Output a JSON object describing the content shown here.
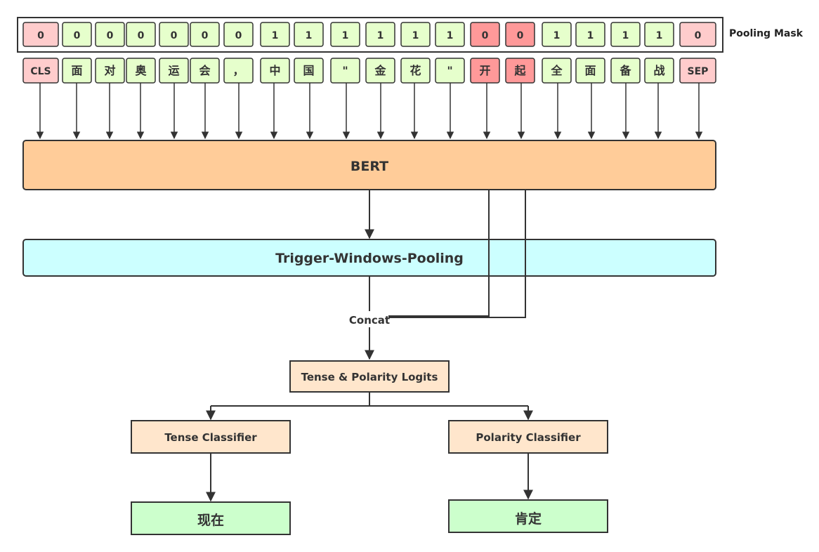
{
  "diagram": {
    "pooling_mask_label": "Pooling Mask",
    "mask_values": [
      "0",
      "0",
      "0",
      "0",
      "0",
      "0",
      "0",
      "1",
      "1",
      "1",
      "1",
      "1",
      "1",
      "0",
      "0",
      "1",
      "1",
      "1",
      "1",
      "0"
    ],
    "tokens": [
      "CLS",
      "面",
      "对",
      "奥",
      "运",
      "会",
      "，",
      "中",
      "国",
      "\"",
      "金",
      "花",
      "\"",
      "开",
      "起",
      "全",
      "面",
      "备",
      "战",
      "SEP"
    ],
    "token_kinds": [
      "special",
      "normal",
      "normal",
      "normal",
      "normal",
      "normal",
      "normal",
      "normal",
      "normal",
      "normal",
      "normal",
      "normal",
      "normal",
      "trigger",
      "trigger",
      "normal",
      "normal",
      "normal",
      "normal",
      "special"
    ],
    "bert_label": "BERT",
    "pooling_label": "Trigger-Windows-Pooling",
    "concat_label": "Concat",
    "logits_label": "Tense & Polarity Logits",
    "tense_classifier_label": "Tense Classifier",
    "polarity_classifier_label": "Polarity Classifier",
    "tense_output": "现在",
    "polarity_output": "肯定",
    "colors": {
      "normal_fill": "#e6ffcc",
      "special_fill": "#ffcccc",
      "trigger_fill": "#ff9999",
      "bert_fill": "#ffcc99",
      "pooling_fill": "#ccffff",
      "logits_fill": "#ffe6cc",
      "output_fill": "#ccffcc",
      "stroke": "#333333"
    }
  }
}
